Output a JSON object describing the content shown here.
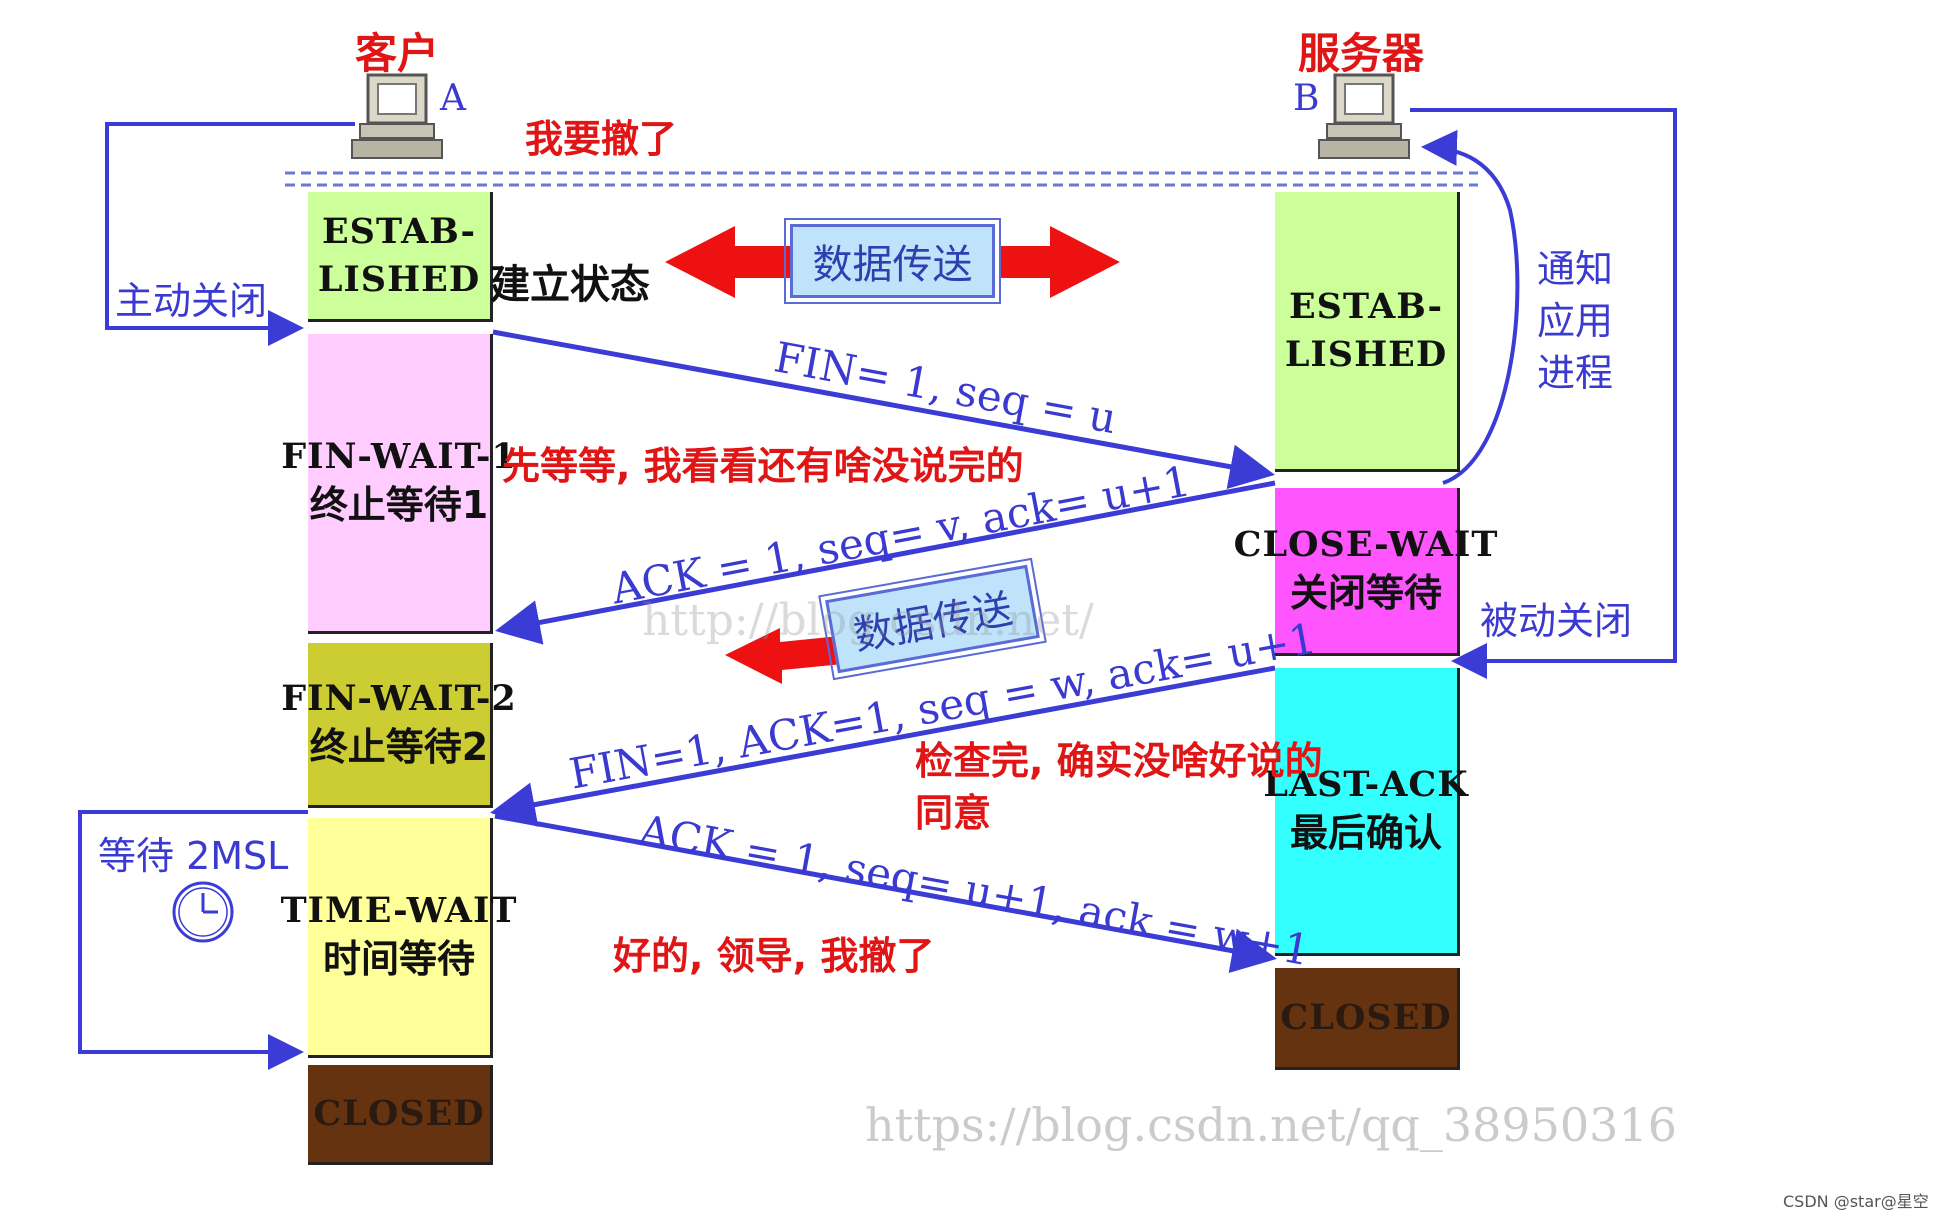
{
  "endpoints": {
    "client": {
      "title": "客户",
      "label": "A"
    },
    "server": {
      "title": "服务器",
      "label": "B"
    }
  },
  "client_states": [
    {
      "name": "ESTAB-LISHED",
      "line1": "ESTAB-",
      "line2": "LISHED",
      "color": "#ccff99"
    },
    {
      "name": "FIN-WAIT-1",
      "line1": "FIN-WAIT-1",
      "line2": "终止等待1",
      "color": "#ffccff"
    },
    {
      "name": "FIN-WAIT-2",
      "line1": "FIN-WAIT-2",
      "line2": "终止等待2",
      "color": "#cccc33"
    },
    {
      "name": "TIME-WAIT",
      "line1": "TIME-WAIT",
      "line2": "时间等待",
      "color": "#ffff99"
    },
    {
      "name": "CLOSED",
      "line1": "CLOSED",
      "line2": "",
      "color": "#663311"
    }
  ],
  "server_states": [
    {
      "name": "ESTAB-LISHED",
      "line1": "ESTAB-",
      "line2": "LISHED",
      "color": "#ccff99"
    },
    {
      "name": "CLOSE-WAIT",
      "line1": "CLOSE-WAIT",
      "line2": "关闭等待",
      "color": "#ff55ff"
    },
    {
      "name": "LAST-ACK",
      "line1": "LAST-ACK",
      "line2": "最后确认",
      "color": "#33ffff"
    },
    {
      "name": "CLOSED",
      "line1": "CLOSED",
      "line2": "",
      "color": "#663311"
    }
  ],
  "established_note": "建立状态",
  "side_labels": {
    "active_close": "主动关闭",
    "passive_close": "被动关闭",
    "notify_app": [
      "通知",
      "应用",
      "进程"
    ],
    "wait_2msl": "等待 2MSL"
  },
  "data_transfer_label": "数据传送",
  "messages": [
    {
      "id": "fin1",
      "text": "FIN= 1, seq = u"
    },
    {
      "id": "ack1",
      "text": "ACK = 1, seq= v, ack= u+1"
    },
    {
      "id": "fin2",
      "text": "FIN=1, ACK=1, seq = w, ack= u+1"
    },
    {
      "id": "ack2",
      "text": "ACK = 1, seq= u+1, ack = w+1"
    }
  ],
  "annotations": {
    "leave": "我要撤了",
    "wait_check": "先等等, 我看看还有啥没说完的",
    "check_done": "检查完, 确实没啥好说的",
    "agree": "同意",
    "ok_leave": "好的, 领导, 我撤了"
  },
  "watermarks": {
    "center": "http://blog.csdn.net/",
    "bottom": "https://blog.csdn.net/qq_38950316",
    "corner": "CSDN @star@星空"
  },
  "colors": {
    "arrow_blue": "#3b3bd6",
    "red_arrow": "#ee1111"
  }
}
